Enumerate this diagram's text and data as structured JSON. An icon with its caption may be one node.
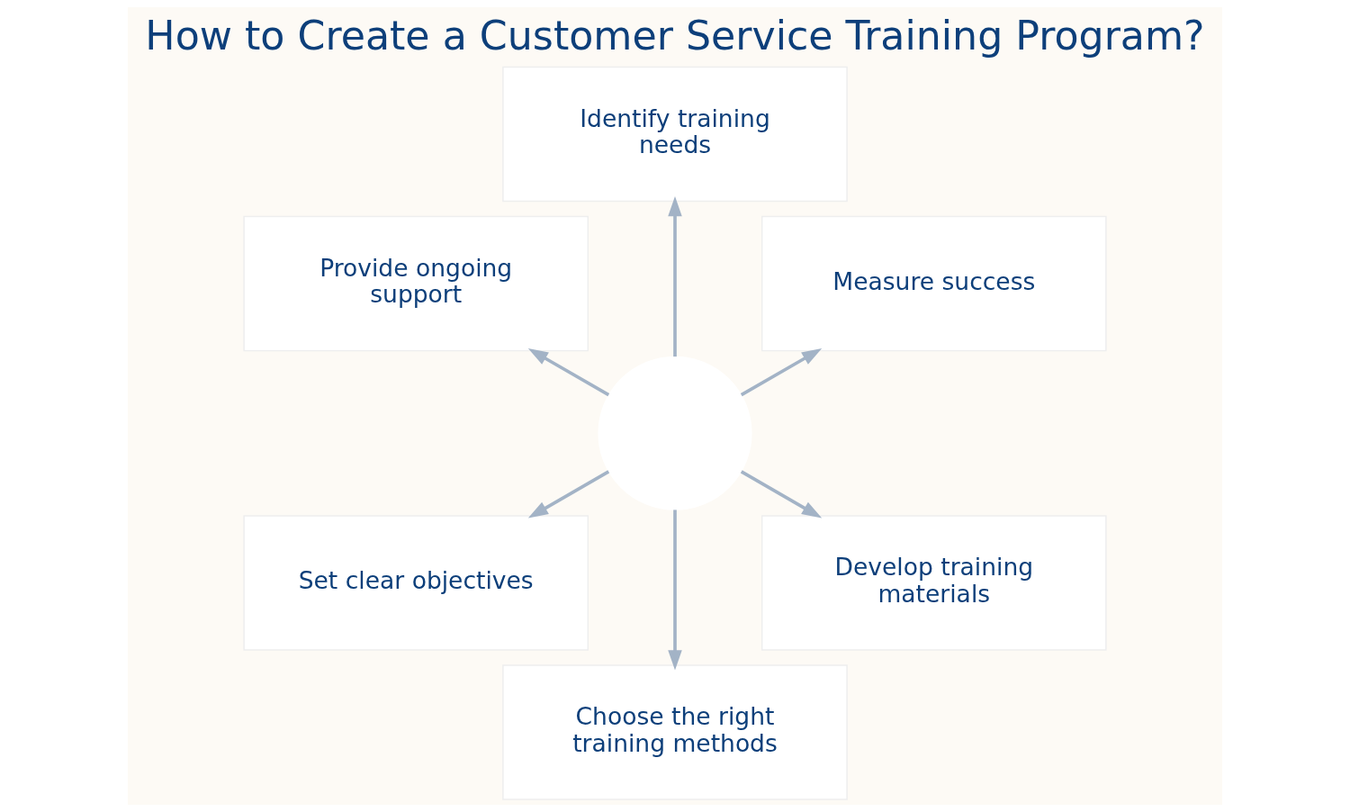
{
  "diagram": {
    "title": "How to Create a Customer Service Training Program?",
    "nodes": [
      {
        "text": [
          "Measure success"
        ]
      },
      {
        "text": [
          "Identify training needs"
        ]
      },
      {
        "text": [
          "Provide ongoing support"
        ]
      },
      {
        "text": [],
        "shape": "circle"
      },
      {
        "text": [
          "Set clear objectives"
        ]
      },
      {
        "text": [
          "Choose the right training methods"
        ]
      },
      {
        "text": [
          "Develop training materials"
        ]
      }
    ],
    "edges": [
      {
        "from": 3,
        "to": 1,
        "arrow": "to"
      },
      {
        "from": 3,
        "to": 4,
        "arrow": "to"
      },
      {
        "from": 3,
        "to": 6,
        "arrow": "to"
      },
      {
        "from": 3,
        "to": 5,
        "arrow": "to"
      },
      {
        "from": 3,
        "to": 2,
        "arrow": "to"
      },
      {
        "from": 3,
        "to": 0,
        "arrow": "to"
      }
    ]
  }
}
